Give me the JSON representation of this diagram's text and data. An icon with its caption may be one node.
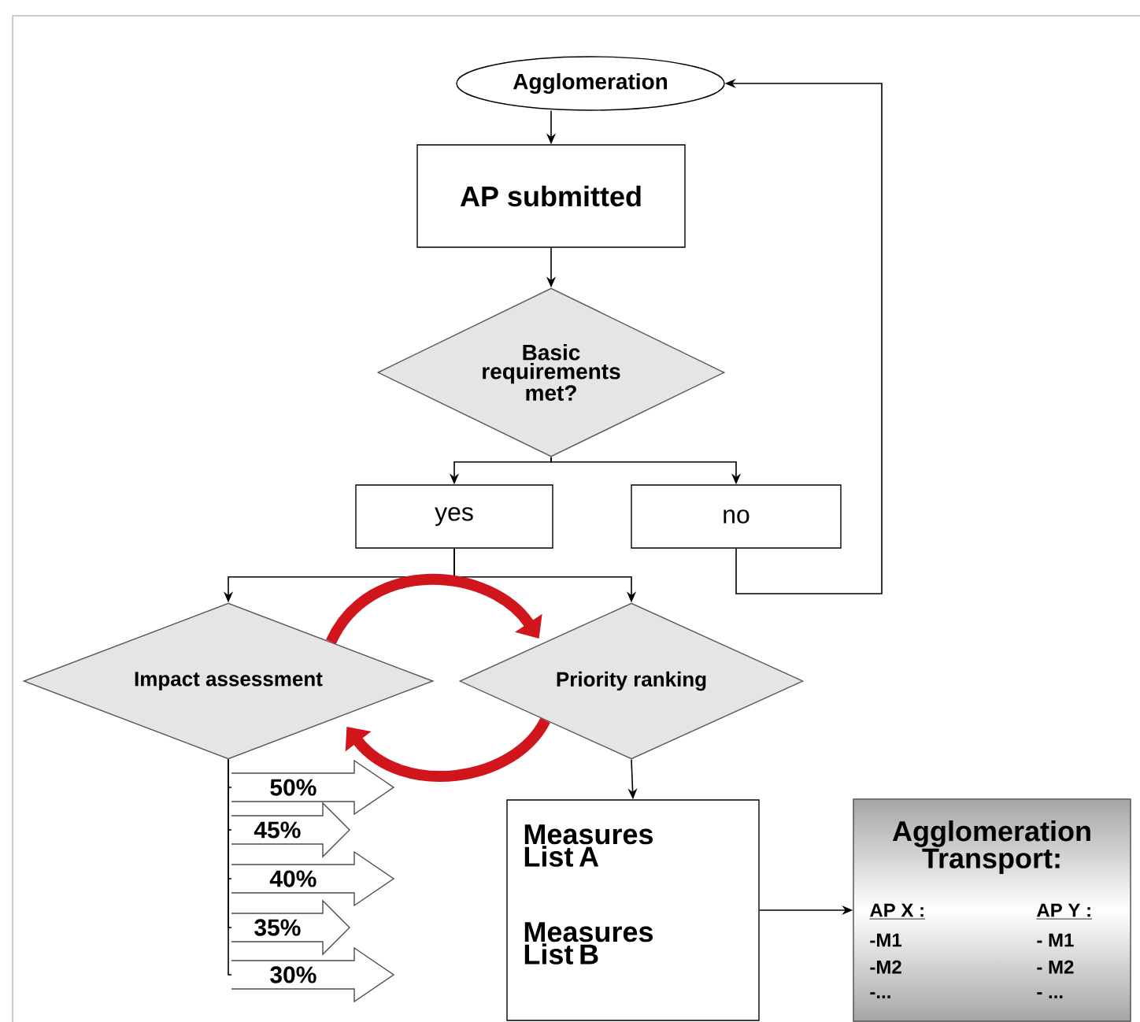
{
  "diagram": {
    "nodes": [
      {
        "text": [
          "Agglomeration"
        ]
      },
      {
        "text": [
          "AP submitted"
        ]
      },
      {
        "text": [
          "Basic requirements met?"
        ]
      },
      {
        "text": [
          "yes"
        ]
      },
      {
        "text": [
          "no"
        ]
      },
      {
        "text": [
          "Impact assessment"
        ]
      },
      {
        "text": [
          "Priority ranking"
        ]
      },
      {
        "text": [
          "50%"
        ]
      },
      {
        "text": [
          "45%"
        ]
      },
      {
        "text": [
          "40%"
        ]
      },
      {
        "text": [
          "35%"
        ]
      },
      {
        "text": [
          "30%"
        ]
      },
      {
        "text": [
          "Measures List A",
          "Measures List B"
        ]
      },
      {
        "text": [
          "Agglomeration Transport:",
          "AP X :",
          "-M1",
          "-M2",
          "-...",
          "AP Y :",
          "- M1",
          "- M2",
          "- ..."
        ]
      }
    ],
    "edges": [
      {
        "from": 0,
        "to": 1,
        "arrow": "to"
      },
      {
        "from": 1,
        "to": 2,
        "arrow": "to"
      },
      {
        "from": 2,
        "to": 3,
        "arrow": "to"
      },
      {
        "from": 2,
        "to": 4,
        "arrow": "to"
      },
      {
        "from": 4,
        "to": 0,
        "arrow": "to"
      },
      {
        "from": 3,
        "to": 5,
        "arrow": "to"
      },
      {
        "from": 3,
        "to": 6,
        "arrow": "to"
      },
      {
        "from": 5,
        "to": 6,
        "arrow": "to",
        "style": "thick",
        "color": "#d0161c"
      },
      {
        "from": 6,
        "to": 5,
        "arrow": "to",
        "style": "thick",
        "color": "#d0161c"
      },
      {
        "from": 5,
        "to": 7,
        "arrow": "none"
      },
      {
        "from": 5,
        "to": 8,
        "arrow": "none"
      },
      {
        "from": 5,
        "to": 9,
        "arrow": "none"
      },
      {
        "from": 5,
        "to": 10,
        "arrow": "none"
      },
      {
        "from": 5,
        "to": 11,
        "arrow": "none"
      },
      {
        "from": 6,
        "to": 12,
        "arrow": "to"
      },
      {
        "from": 12,
        "to": 13,
        "arrow": "to"
      }
    ]
  }
}
